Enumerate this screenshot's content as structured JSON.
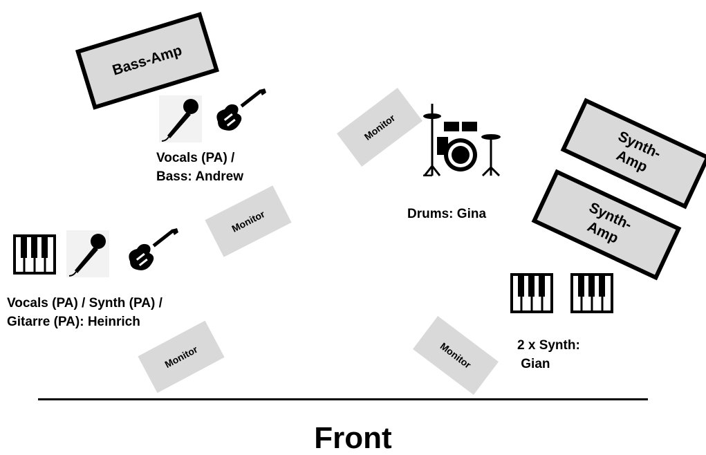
{
  "amps": {
    "bass": "Bass-Amp",
    "synth1": "Synth-\nAmp",
    "synth2": "Synth-\nAmp"
  },
  "monitors": {
    "top_center": "Monitor",
    "mid_left": "Monitor",
    "front_left": "Monitor",
    "front_right": "Monitor"
  },
  "labels": {
    "andrew": "Vocals (PA) /\nBass: Andrew",
    "heinrich": "Vocals (PA) / Synth (PA) /\nGitarre (PA): Heinrich",
    "gina": "Drums: Gina",
    "gian": "2 x Synth:\n Gian"
  },
  "front": "Front",
  "icons": [
    "microphone-icon",
    "electric-guitar-icon",
    "keyboard-icon",
    "drum-kit-icon"
  ]
}
